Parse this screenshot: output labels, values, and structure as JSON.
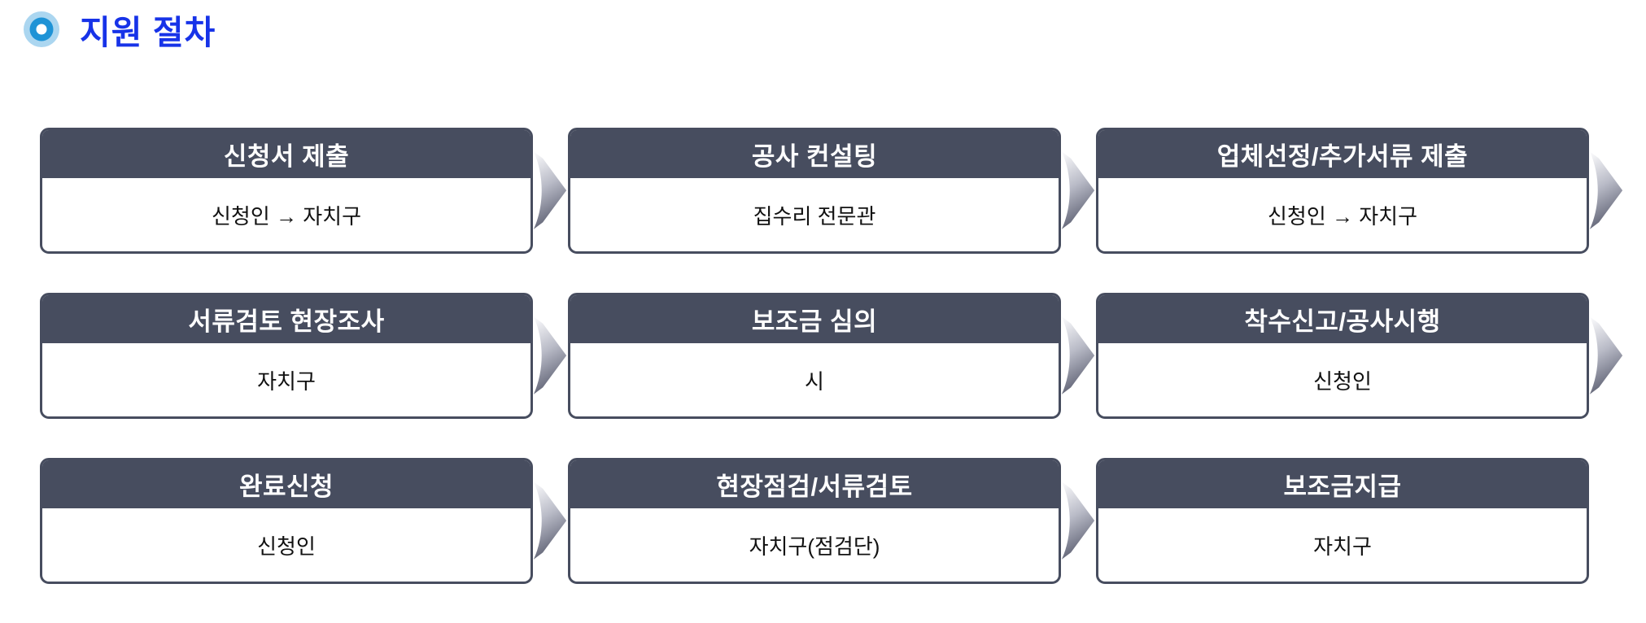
{
  "page": {
    "title": "지원 절차"
  },
  "colors": {
    "title_blue": "#1733E8",
    "icon_ring_light_blue": "#ABD6F0",
    "icon_disc_blue": "#1E93D6",
    "card_header_bg": "#474D5F",
    "card_border": "#474D5F",
    "arrow_gradient_top": "#FCFCFD",
    "arrow_gradient_bottom": "#5F6274"
  },
  "steps": [
    {
      "title": "신청서 제출",
      "body": "신청인 → 자치구"
    },
    {
      "title": "공사 컨설팅",
      "body": "집수리 전문관"
    },
    {
      "title": "업체선정/추가서류 제출",
      "body": "신청인 → 자치구"
    },
    {
      "title": "서류검토 현장조사",
      "body": "자치구"
    },
    {
      "title": "보조금 심의",
      "body": "시"
    },
    {
      "title": "착수신고/공사시행",
      "body": "신청인"
    },
    {
      "title": "완료신청",
      "body": "신청인"
    },
    {
      "title": "현장점검/서류검토",
      "body": "자치구(점검단)"
    },
    {
      "title": "보조금지급",
      "body": "자치구"
    }
  ]
}
